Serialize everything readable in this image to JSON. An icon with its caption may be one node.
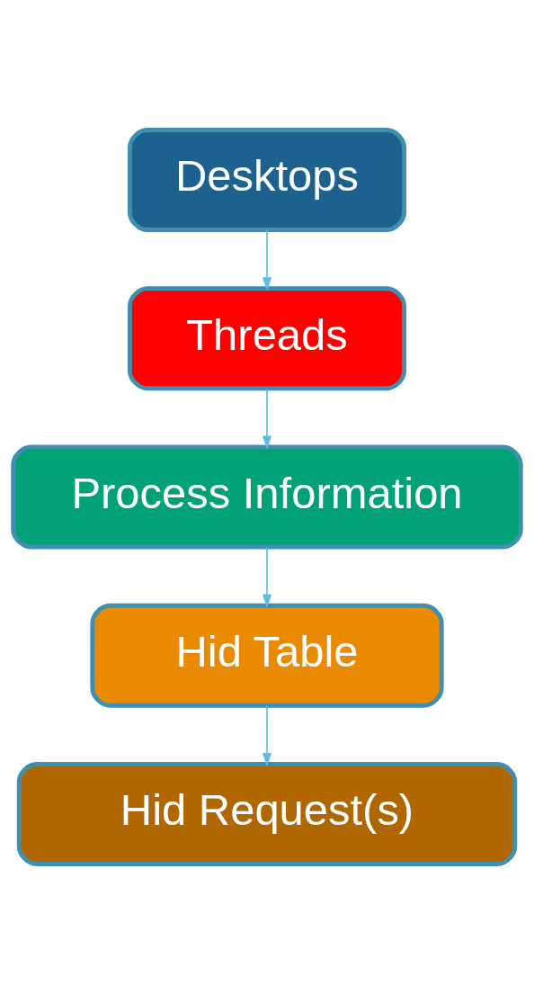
{
  "diagram": {
    "nodes": [
      {
        "text": [
          "Desktops"
        ]
      },
      {
        "text": [
          "Threads"
        ]
      },
      {
        "text": [
          "Process Information"
        ]
      },
      {
        "text": [
          "Hid Table"
        ]
      },
      {
        "text": [
          "Hid Request(s)"
        ]
      }
    ],
    "edges": [
      {
        "from": 0,
        "to": 1,
        "arrow": "to"
      },
      {
        "from": 1,
        "to": 2,
        "arrow": "to"
      },
      {
        "from": 2,
        "to": 3,
        "arrow": "to"
      },
      {
        "from": 3,
        "to": 4,
        "arrow": "to"
      }
    ]
  }
}
